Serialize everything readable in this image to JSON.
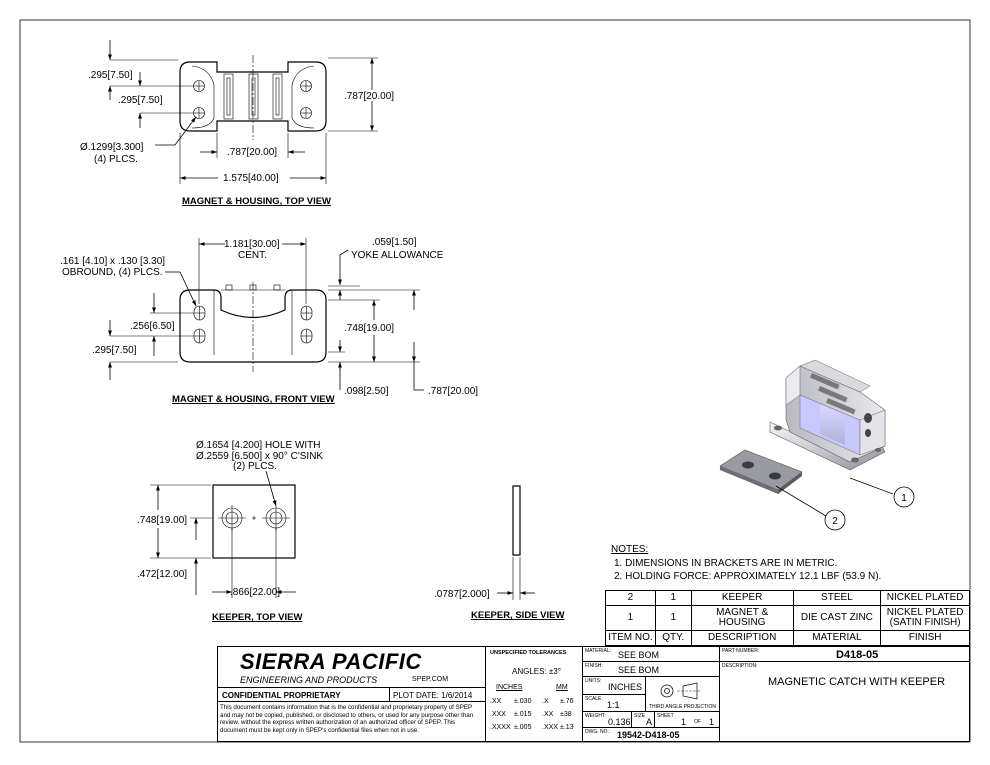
{
  "views": {
    "top": {
      "title": "MAGNET & HOUSING, TOP VIEW",
      "dims": {
        "d1": ".295",
        "d1m": "7.50",
        "d2": ".295",
        "d2m": "7.50",
        "hole": "Ø.1299",
        "holem": "3.300",
        "hole_qty": "(4) PLCS.",
        "height": ".787",
        "heightm": "20.00",
        "inner": ".787",
        "innerm": "20.00",
        "width": "1.575",
        "widthm": "40.00"
      }
    },
    "front": {
      "title": "MAGNET & HOUSING, FRONT VIEW",
      "dims": {
        "cent": "1.181",
        "centm": "30.00",
        "cent_label": "CENT.",
        "yoke": ".059",
        "yokem": "1.50",
        "yoke_label": "YOKE ALLOWANCE",
        "slot": ".161 [4.10] x .130 [3.30]",
        "slot2": "OBROUND, (4) PLCS.",
        "pitch": ".256",
        "pitchm": "6.50",
        "bottom": ".295",
        "bottomm": "7.50",
        "body": ".748",
        "bodym": "19.00",
        "flange": ".098",
        "flangem": "2.50",
        "overall": ".787",
        "overallm": "20.00"
      }
    },
    "keeper_top": {
      "title": "KEEPER, TOP VIEW",
      "dims": {
        "hole1": "Ø.1654 [4.200] HOLE WITH",
        "hole2": "Ø.2559 [6.500] x 90° C'SINK",
        "hole3": "(2) PLCS.",
        "height": ".748",
        "heightm": "19.00",
        "bottom": ".472",
        "bottomm": "12.00",
        "pitch": ".866",
        "pitchm": "22.00"
      }
    },
    "keeper_side": {
      "title": "KEEPER, SIDE VIEW",
      "dims": {
        "thick": ".0787",
        "thickm": "2.000"
      }
    }
  },
  "balloons": {
    "b1": "1",
    "b2": "2"
  },
  "notes": {
    "title": "NOTES:",
    "items": [
      "1.   DIMENSIONS IN BRACKETS ARE IN METRIC.",
      "2.   HOLDING FORCE: APPROXIMATELY 12.1 LBF (53.9 N)."
    ]
  },
  "bom": {
    "rows": [
      [
        "2",
        "1",
        "KEEPER",
        "STEEL",
        "NICKEL PLATED"
      ],
      [
        "1",
        "1",
        "MAGNET & HOUSING",
        "DIE CAST ZINC",
        "NICKEL PLATED\n(SATIN FINISH)"
      ]
    ],
    "header": [
      "ITEM NO.",
      "QTY.",
      "DESCRIPTION",
      "MATERIAL",
      "FINISH"
    ]
  },
  "title_block": {
    "company": "SIERRA PACIFIC",
    "company_sub": "ENGINEERING AND PRODUCTS",
    "web": "SPEP.COM",
    "confidential": "CONFIDENTIAL PROPRIETARY INFORMATION",
    "plot_date_label": "PLOT DATE:",
    "plot_date": "1/6/2014",
    "legal": "This document contains information that is the confidential and proprietary property of SPEP and may not be copied, published, or disclosed to others, or used for any purpose other than review, without the express written authorization of an authorized officer of SPEP. This document must be kept only in SPEP's confidential files when not in use.",
    "tol_title": "UNSPECIFIED TOLERANCES",
    "angles": "ANGLES: ±3°",
    "inches": "INCHES",
    "mm": "MM",
    "tol_rows": [
      [
        ".XX",
        "±.030",
        ".X",
        "±.76"
      ],
      [
        ".XXX",
        "±.015",
        ".XX",
        "±38"
      ],
      [
        ".XXXX",
        "±.005",
        ".XXX",
        "±.13"
      ]
    ],
    "material_label": "MATERIAL:",
    "material": "SEE BOM",
    "finish_label": "FINISH:",
    "finish": "SEE BOM",
    "units_label": "UNITS:",
    "units": "INCHES",
    "scale_label": "SCALE:",
    "scale": "1:1",
    "projection": "THIRD ANGLE PROJECTION",
    "weight_label": "WEIGHT:",
    "weight": "0.136",
    "size_label": "SIZE",
    "size": "A",
    "sheet_label": "SHEET",
    "sheet": "1",
    "of_label": "OF",
    "of": "1",
    "dwg_label": "DWG. NO.:",
    "dwg": "19542-D418-05",
    "part_label": "PART NUMBER:",
    "part": "D418-05",
    "desc_label": "DESCRIPTION:",
    "desc": "MAGNETIC CATCH WITH KEEPER"
  }
}
